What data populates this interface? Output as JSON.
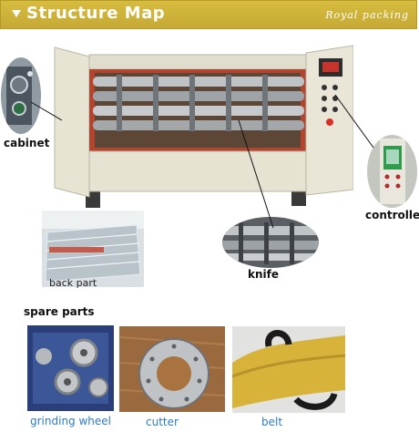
{
  "banner": {
    "title": "Structure Map",
    "subtitle": "Royal packing"
  },
  "labels": {
    "cabinet": "cabinet",
    "controller": "controller",
    "knife": "knife",
    "back_part": "back part",
    "spare_parts": "spare parts"
  },
  "spare_parts": [
    {
      "caption": "grinding wheel"
    },
    {
      "caption": "cutter"
    },
    {
      "caption": "belt"
    }
  ],
  "colors": {
    "banner": "#c9ad38",
    "caption": "#2c7bc6",
    "machine_body": "#e6e3d3",
    "frame_red": "#b2452d"
  }
}
